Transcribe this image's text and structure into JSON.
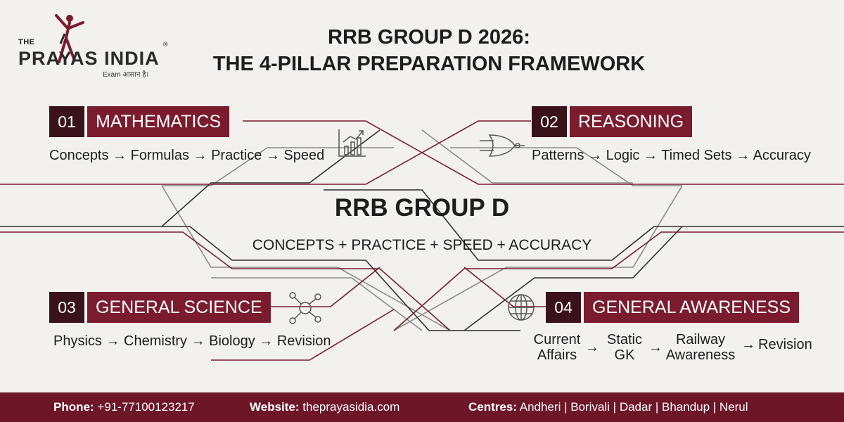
{
  "logo": {
    "prefix": "THE",
    "name": "PRAYAS INDIA",
    "registered": "®",
    "tagline": "Exam आसान है।"
  },
  "title": {
    "line1": "RRB GROUP D 2026:",
    "line2": "THE 4-PILLAR PREPARATION FRAMEWORK"
  },
  "pillars": [
    {
      "number": "01",
      "label": "MATHEMATICS",
      "steps": "Concepts → Formulas → Practice → Speed",
      "icon": "chart-icon"
    },
    {
      "number": "02",
      "label": "REASONING",
      "steps": "Patterns → Logic → Timed Sets → Accuracy",
      "icon": "logic-gate-icon"
    },
    {
      "number": "03",
      "label": "GENERAL SCIENCE",
      "steps": "Physics → Chemistry → Biology → Revision",
      "icon": "molecule-icon"
    },
    {
      "number": "04",
      "label": "GENERAL AWARENESS",
      "icon": "globe-icon",
      "steps_parts": {
        "current": "Current\nAffairs",
        "static": "Static\nGK",
        "railway": "Railway\nAwareness",
        "revision": "Revision",
        "arrow": "→"
      }
    }
  ],
  "center": {
    "title": "RRB GROUP D",
    "subtitle": "CONCEPTS + PRACTICE + SPEED + ACCURACY"
  },
  "footer": {
    "phone_label": "Phone:",
    "phone": "+91-7710012321​7",
    "website_label": "Website:",
    "website": "theprayasidia.com",
    "centres_label": "Centres:",
    "centres": "Andheri | Borivali | Dadar | Bhandup | Nerul"
  },
  "colors": {
    "background": "#f2f1ed",
    "maroon": "#7b1b2e",
    "dark_maroon": "#3a121a",
    "footer": "#6d1628"
  }
}
